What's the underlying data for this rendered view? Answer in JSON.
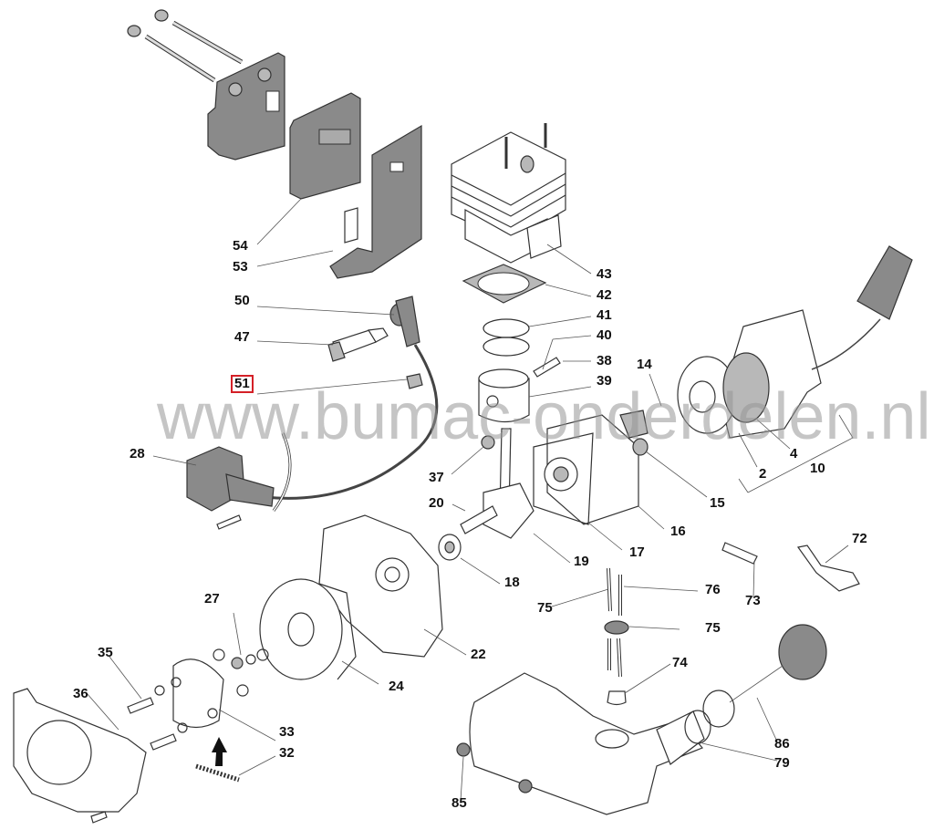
{
  "diagram": {
    "title": "Exploded parts diagram",
    "watermark": "www.bumac-onderdelen.nl",
    "highlight_color": "#d42027",
    "highlighted_part": "51",
    "labels": [
      {
        "id": "54",
        "part": "muffler"
      },
      {
        "id": "53",
        "part": "muffler-heat-shield"
      },
      {
        "id": "50",
        "part": "spark-plug-cap"
      },
      {
        "id": "47",
        "part": "spark-plug"
      },
      {
        "id": "51",
        "part": "ignition-lead-clip"
      },
      {
        "id": "43",
        "part": "cylinder"
      },
      {
        "id": "42",
        "part": "cylinder-gasket"
      },
      {
        "id": "41",
        "part": "piston-rings"
      },
      {
        "id": "40",
        "part": "piston-pin"
      },
      {
        "id": "38",
        "part": "circlip"
      },
      {
        "id": "39",
        "part": "piston"
      },
      {
        "id": "14",
        "part": "pawl"
      },
      {
        "id": "4",
        "part": "recoil-spring"
      },
      {
        "id": "2",
        "part": "pulley"
      },
      {
        "id": "10",
        "part": "recoil-starter-assembly"
      },
      {
        "id": "28",
        "part": "ignition-coil"
      },
      {
        "id": "37",
        "part": "needle-bearing"
      },
      {
        "id": "15",
        "part": "bearing"
      },
      {
        "id": "16",
        "part": "crankcase-half"
      },
      {
        "id": "20",
        "part": "woodruff-key"
      },
      {
        "id": "17",
        "part": "crankcase-gasket"
      },
      {
        "id": "19",
        "part": "crankshaft"
      },
      {
        "id": "18",
        "part": "bearing"
      },
      {
        "id": "72",
        "part": "bracket"
      },
      {
        "id": "73",
        "part": "rubber-block"
      },
      {
        "id": "76",
        "part": "fuel-line"
      },
      {
        "id": "75",
        "part": "fuel-line"
      },
      {
        "id": "75b",
        "part": "grommet"
      },
      {
        "id": "27",
        "part": "nut"
      },
      {
        "id": "22",
        "part": "crankcase"
      },
      {
        "id": "24",
        "part": "flywheel"
      },
      {
        "id": "35",
        "part": "clutch-bolt"
      },
      {
        "id": "36",
        "part": "fan-housing"
      },
      {
        "id": "33",
        "part": "clutch"
      },
      {
        "id": "32",
        "part": "clutch-spring"
      },
      {
        "id": "74",
        "part": "fuel-filter"
      },
      {
        "id": "86",
        "part": "fuel-cap"
      },
      {
        "id": "79",
        "part": "fuel-tank"
      },
      {
        "id": "85",
        "part": "rubber-mount"
      }
    ],
    "label_text": {
      "l54": "54",
      "l53": "53",
      "l50": "50",
      "l47": "47",
      "l51": "51",
      "l43": "43",
      "l42": "42",
      "l41": "41",
      "l40": "40",
      "l38": "38",
      "l39": "39",
      "l14": "14",
      "l4": "4",
      "l2": "2",
      "l10": "10",
      "l28": "28",
      "l37": "37",
      "l15": "15",
      "l16": "16",
      "l20": "20",
      "l17": "17",
      "l19": "19",
      "l18": "18",
      "l72": "72",
      "l73": "73",
      "l76": "76",
      "l75a": "75",
      "l75b": "75",
      "l27": "27",
      "l22": "22",
      "l24": "24",
      "l35": "35",
      "l36": "36",
      "l33": "33",
      "l32": "32",
      "l74": "74",
      "l86": "86",
      "l79": "79",
      "l85": "85"
    }
  }
}
